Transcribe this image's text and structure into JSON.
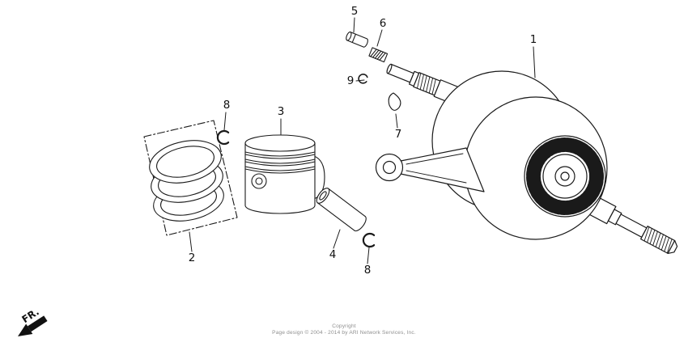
{
  "page": {
    "background": "#ffffff",
    "ink": "#1a1a1a"
  },
  "diagram": {
    "callouts": {
      "c1": "1",
      "c2": "2",
      "c3": "3",
      "c4": "4",
      "c5": "5",
      "c6": "6",
      "c7": "7",
      "c8a": "8",
      "c8b": "8",
      "c9": "9"
    }
  },
  "orientation_marker": {
    "label": "FR."
  },
  "footer": {
    "line1": "Copyright",
    "line2": "Page design © 2004 - 2014 by ARI Network Services, Inc."
  }
}
